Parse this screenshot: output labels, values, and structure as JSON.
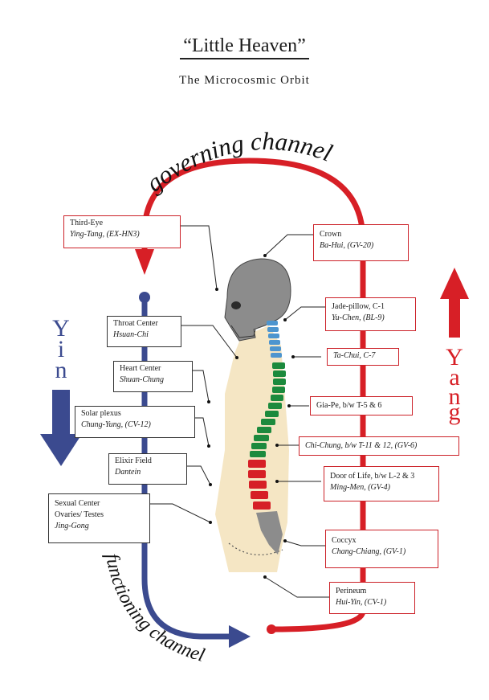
{
  "title": "“Little Heaven”",
  "subtitle": "The Microcosmic Orbit",
  "channels": {
    "governing": "governing channel",
    "functioning": "functioning channel",
    "yin": "Yin",
    "yang": "Yang"
  },
  "points": {
    "third_eye": {
      "name": "Third-Eye",
      "chinese": "Ying-Tang, (EX-HN3)"
    },
    "throat": {
      "name": "Throat Center",
      "chinese": "Hsuan-Chi"
    },
    "heart": {
      "name": "Heart Center",
      "chinese": "Shuan-Chung"
    },
    "solar": {
      "name": "Solar plexus",
      "chinese": "Chung-Yung, (CV-12)"
    },
    "elixir": {
      "name": "Elixir Field",
      "chinese": "Dantein"
    },
    "sexual": {
      "name": "Sexual Center",
      "name2": "Ovaries/ Testes",
      "chinese": "Jing-Gong"
    },
    "crown": {
      "name": "Crown",
      "chinese": "Ba-Hui, (GV-20)"
    },
    "jade": {
      "name": "Jade-pillow, C-1",
      "chinese": "Yu-Chen, (BL-9)"
    },
    "tachui": {
      "chinese": "Ta-Chui, C-7"
    },
    "giape": {
      "name": "Gia-Pe, b/w T-5 & 6"
    },
    "chichung": {
      "chinese": "Chi-Chung, b/w T-11 & 12, (GV-6)"
    },
    "door": {
      "name": "Door of Life, b/w L-2 & 3",
      "chinese": "Ming-Men, (GV-4)"
    },
    "coccyx": {
      "name": "Coccyx",
      "chinese": "Chang-Chiang, (GV-1)"
    },
    "perineum": {
      "name": "Perineum",
      "chinese": "Hui-Yin, (CV-1)"
    }
  },
  "colors": {
    "yang_red": "#d71f26",
    "yin_blue": "#3b4a8f",
    "body": "#f5e6c4",
    "skull": "#8c8c8c",
    "cervical": "#4d95cf",
    "thoracic": "#1c8a3d",
    "lumbar": "#d61f26"
  }
}
